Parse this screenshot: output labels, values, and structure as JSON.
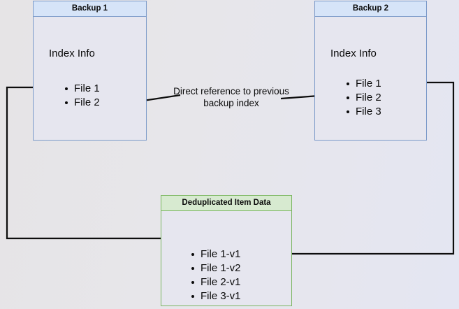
{
  "diagram": {
    "title_caption": "Direct reference to previous backup index",
    "nodes": [
      {
        "id": "backup1",
        "header": "Backup 1",
        "subtitle": "Index Info",
        "items": [
          "File 1",
          "File 2"
        ],
        "accent": "#7b9ac9",
        "header_bg": "#d6e4f8"
      },
      {
        "id": "backup2",
        "header": "Backup 2",
        "subtitle": "Index Info",
        "items": [
          "File 1",
          "File 2",
          "File 3"
        ],
        "accent": "#7b9ac9",
        "header_bg": "#d6e4f8"
      },
      {
        "id": "dedup",
        "header": "Deduplicated Item Data",
        "subtitle": "",
        "items": [
          "File 1-v1",
          "File 1-v2",
          "File 2-v1",
          "File 3-v1"
        ],
        "accent": "#7bb661",
        "header_bg": "#d7ead0"
      }
    ],
    "connectors": [
      {
        "name": "backup2-index-to-backup1-index",
        "label": "Direct reference to previous backup index",
        "from": "backup2.items.File 2",
        "to": "backup1.items.File 2"
      },
      {
        "name": "backup1-to-dedup-file1v1",
        "label": "",
        "from": "backup1.items.File 1",
        "to": "dedup.items.File 1-v1"
      },
      {
        "name": "backup2-to-dedup-file1v2",
        "label": "",
        "from": "backup2.items.File 1",
        "to": "dedup.items.File 1-v2"
      }
    ],
    "colors": {
      "line": "#0d0d0d",
      "blue_border": "#7b9ac9",
      "blue_header": "#d6e4f8",
      "green_border": "#7bb661",
      "green_header": "#d7ead0",
      "body_fill": "#e6e6ef",
      "text": "#0a0a0a"
    }
  }
}
